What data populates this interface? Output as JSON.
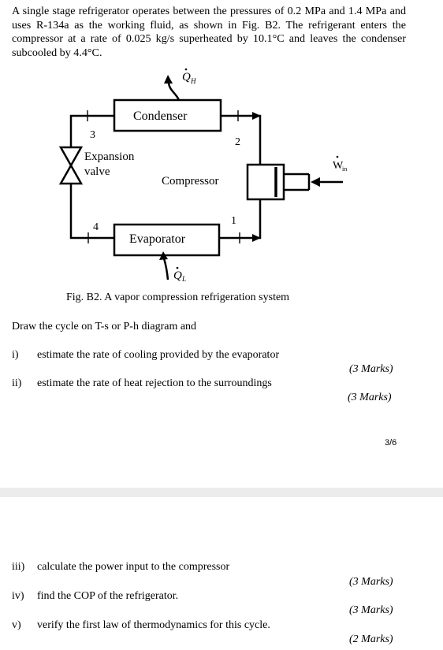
{
  "problem": {
    "intro": "A single stage refrigerator operates between the pressures of 0.2 MPa and 1.4 MPa and uses R-134a as the working fluid, as shown in Fig. B2. The refrigerant enters the compressor at a rate of 0.025 kg/s superheated by 10.1°C and leaves the condenser subcooled by 4.4°C."
  },
  "figure": {
    "condenser": "Condenser",
    "evaporator": "Evaporator",
    "compressor": "Compressor",
    "expansion_line1": "Expansion",
    "expansion_line2": "valve",
    "state_1": "1",
    "state_2": "2",
    "state_3": "3",
    "state_4": "4",
    "q_h": "Q",
    "q_h_sub": "H",
    "q_l": "Q",
    "q_l_sub": "L",
    "w_in": "W",
    "w_in_sub": "in",
    "caption": "Fig. B2. A vapor compression refrigeration system"
  },
  "prompt": "Draw the cycle on T-s or P-h diagram and",
  "questions": [
    {
      "num": "i)",
      "text": "estimate the rate of cooling provided by the evaporator",
      "marks": "(3 Marks)"
    },
    {
      "num": "ii)",
      "text": "estimate the rate of heat rejection to the surroundings",
      "marks": "(3 Marks)"
    },
    {
      "num": "iii)",
      "text": "calculate the power input to the compressor",
      "marks": "(3 Marks)"
    },
    {
      "num": "iv)",
      "text": "find the COP of the refrigerator.",
      "marks": "(3 Marks)"
    },
    {
      "num": "v)",
      "text": "verify the first law of thermodynamics for this cycle.",
      "marks": "(2 Marks)"
    }
  ],
  "page_number": "3/6"
}
